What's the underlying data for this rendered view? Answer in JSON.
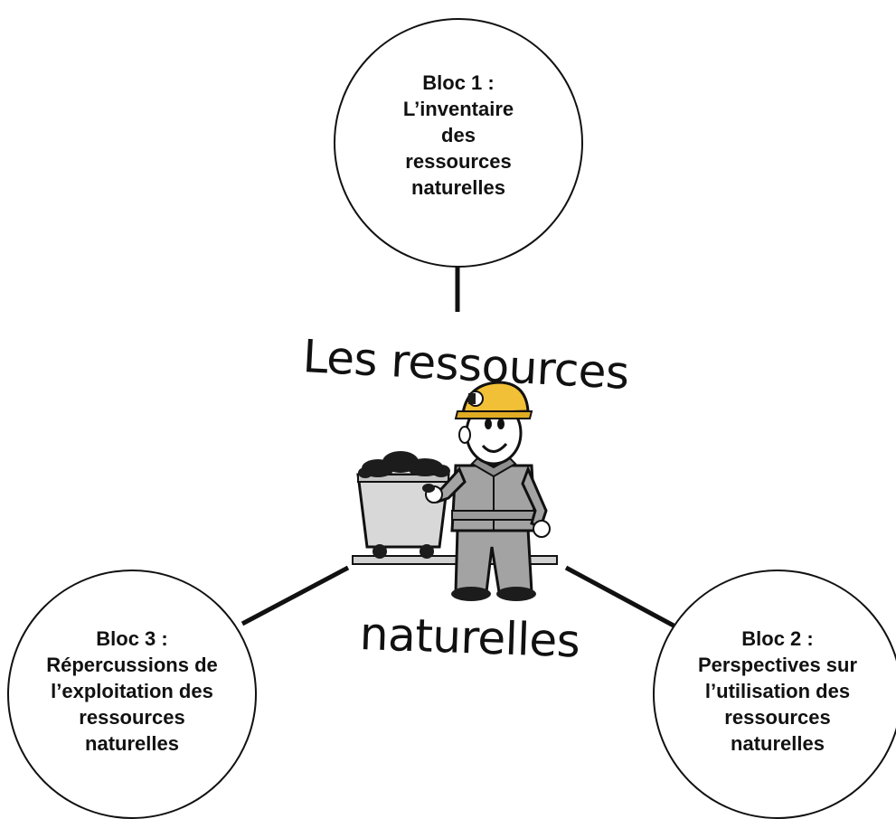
{
  "title": {
    "line1": "Les ressources",
    "line2": "naturelles"
  },
  "blocs": {
    "bloc1": {
      "heading": "Bloc 1 :",
      "lines": [
        "L’inventaire",
        "des",
        "ressources",
        "naturelles"
      ]
    },
    "bloc2": {
      "heading": "Bloc 2 :",
      "lines": [
        "Perspectives sur",
        "l’utilisation des",
        "ressources",
        "naturelles"
      ]
    },
    "bloc3": {
      "heading": "Bloc 3 :",
      "lines": [
        "Répercussions de",
        "l’exploitation des",
        "ressources",
        "naturelles"
      ]
    }
  },
  "illustration": {
    "icon": "miner-with-coal-cart-icon"
  },
  "colors": {
    "helmet": "#F2C037",
    "suit": "#A3A3A3",
    "cart": "#D8D8D8",
    "coal": "#1C1C1C",
    "line": "#111111"
  }
}
